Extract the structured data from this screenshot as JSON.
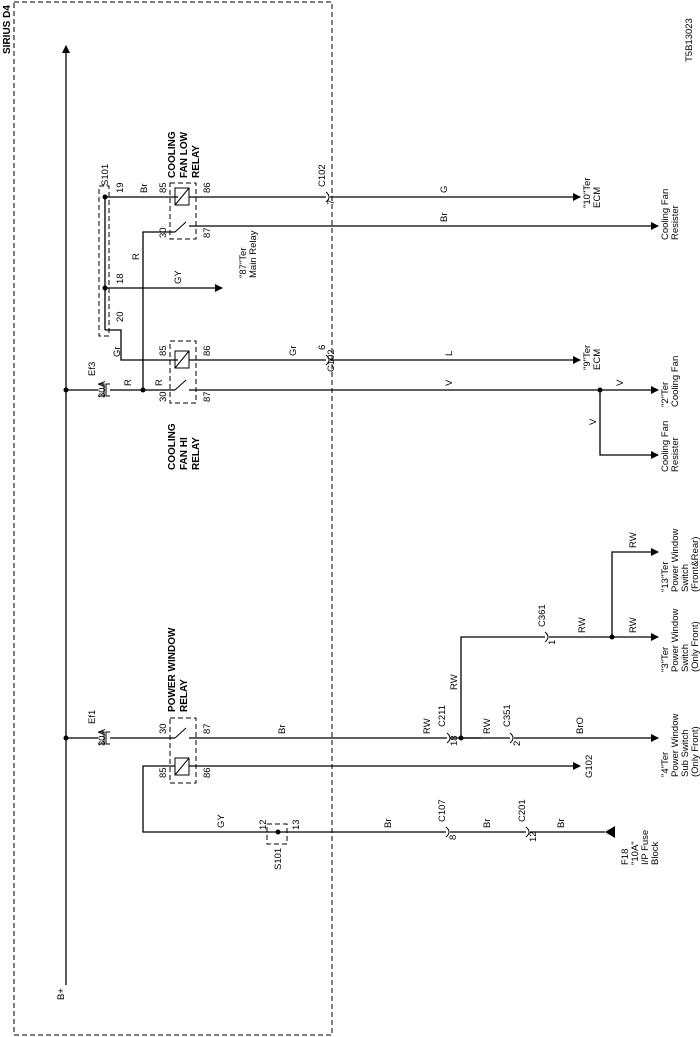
{
  "diagram": {
    "title": "SIRIUS D4",
    "code": "T5B13023",
    "b_plus": "B+",
    "cooling_low_relay": "COOLING FAN LOW RELAY",
    "cooling_hi_relay": "COOLING FAN HI RELAY",
    "power_window_relay": "POWER WINDOW RELAY",
    "s101": "S101",
    "ef3": "Ef3",
    "ef1": "Ef1",
    "fuse_30a": "30A",
    "f18": "F18",
    "f18_rating": "\"10A\"",
    "f18_desc": "I/P Fuse Block",
    "c102": "C102",
    "c211": "C211",
    "c351": "C351",
    "c361": "C361",
    "c107": "C107",
    "c201": "C201",
    "g102": "G102",
    "ecm_10": "\"10\"Ter ECM",
    "ecm_9": "\"9\"Ter ECM",
    "fan_resister": "Cooling Fan Resister",
    "main_relay": "\"87\"Ter Main Relay",
    "cooling_fan": "\"2\"Ter Cooling Fan",
    "pw_switch_13": "\"13\"Ter Power Window Switch (Front&Rear)",
    "pw_switch_3": "\"3\"Ter Power Window Switch (Only Front)",
    "pw_sub_switch_4": "\"4\"Ter Power Window Sub Switch (Only Front)",
    "wire": {
      "br": "Br",
      "r": "R",
      "gy": "GY",
      "gr": "Gr",
      "g": "G",
      "l": "L",
      "v": "V",
      "rw": "RW",
      "bro": "BrO"
    },
    "pin": {
      "p85": "85",
      "p86": "86",
      "p30": "30",
      "p87": "87",
      "p19": "19",
      "p18": "18",
      "p20": "20",
      "p12": "12",
      "p13": "13",
      "p7": "7",
      "p6": "6",
      "p1": "1",
      "p2": "2",
      "p8": "8"
    }
  }
}
